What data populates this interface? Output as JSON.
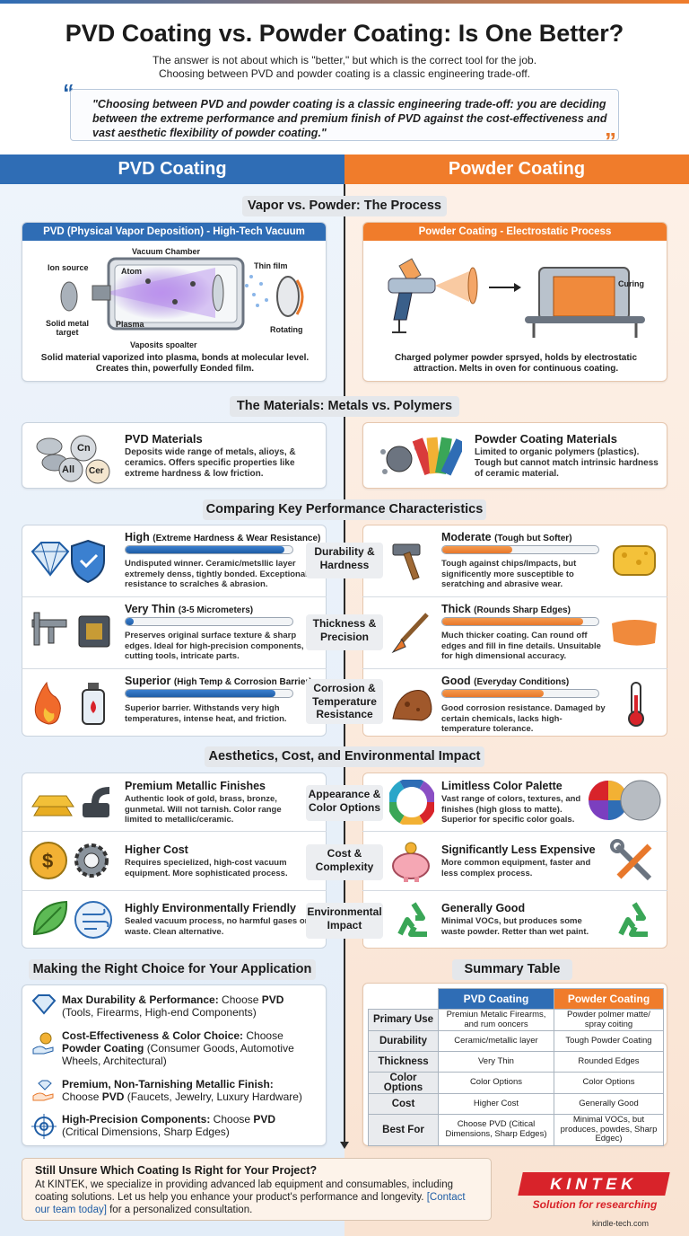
{
  "header": {
    "title": "PVD Coating vs. Powder Coating: Is One Better?",
    "subtitle1": "The answer is not about which is \"better,\" but which is the correct tool for the job.",
    "subtitle2": "Choosing between PVD and powder coating is a classic engineering trade-off.",
    "quote": "\"Choosing between PVD and powder coating is a classic engineering trade-off: you are deciding between the extreme performance and premium finish of PVD against the cost-effectiveness and vast aesthetic flexibility of powder coating.\""
  },
  "columns": {
    "left": "PVD Coating",
    "right": "Powder Coating"
  },
  "process": {
    "section": "Vapor vs. Powder: The Process",
    "pvd_head": "PVD (Physical Vapor Deposition) - High-Tech Vacuum Process",
    "pvd_labels": {
      "chamber": "Vacuum Chamber",
      "ion": "Ion source",
      "atom": "Atom",
      "film": "Thin film",
      "solid": "Solid metal target",
      "plasma": "Plasma",
      "rotating": "Rotating",
      "vaposits": "Vaposits spoalter"
    },
    "pvd_caption": "Solid material vaporized into plasma, bonds at molecular level. Creates thin, powerfully Eonded film.",
    "powder_head": "Powder Coating - Electrostatic Process",
    "powder_labels": {
      "curing": "Curing"
    },
    "powder_caption": "Charged polymer powder sprsyed, holds by electrostatic attraction. Melts in oven for continuous coating."
  },
  "materials": {
    "section": "The Materials: Metals vs. Polymers",
    "pvd_title": "PVD Materials",
    "pvd_desc": "Deposits wide range of metals, alioys, & ceramics. Offers specific properties like extreme hardness & low friction.",
    "pvd_tags": [
      "Cn",
      "All",
      "Cer"
    ],
    "powder_title": "Powder Coating Materials",
    "powder_desc": "Limited to organic polymers (plastics). Tough but cannot match intrinsic hardness of ceramic material."
  },
  "performance": {
    "section": "Comparing Key Performance Characteristics",
    "rows": [
      {
        "mid": "Durability & Hardness",
        "l_title": "High",
        "l_sub": "(Extreme Hardness & Wear Resistance)",
        "l_level": 0.95,
        "l_desc": "Undisputed winner. Ceramic/metsllic layer extremely denss, tightly bonded. Exceptional resistance to scralches & abrasion.",
        "r_title": "Moderate",
        "r_sub": "(Tough but Softer)",
        "r_level": 0.45,
        "r_desc": "Tough against chips/Impacts, but significently more susceptible to seratching and abrasive wear."
      },
      {
        "mid": "Thickness & Precision",
        "l_title": "Very Thin",
        "l_sub": "(3-5 Micrometers)",
        "l_level": 0.05,
        "l_desc": "Preserves original surface texture & sharp edges. Ideal for high-precision components, cutting tools, intricate parts.",
        "r_title": "Thick",
        "r_sub": "(Rounds Sharp Edges)",
        "r_level": 0.9,
        "r_desc": "Much thicker coating. Can round off edges and fill in fine details. Unsuitable for high dimensional accuracy."
      },
      {
        "mid": "Corrosion & Temperature Resistance",
        "l_title": "Superior",
        "l_sub": "(High Temp & Corrosion Barrier)",
        "l_level": 0.9,
        "l_desc": "Superior barrier. Withstands very high temperatures, intense heat, and friction.",
        "r_title": "Good",
        "r_sub": "(Everyday Conditions)",
        "r_level": 0.65,
        "r_desc": "Good corrosion resistance. Damaged by certain chemicals, lacks high-temperature tolerance."
      }
    ]
  },
  "aesthetics": {
    "section": "Aesthetics, Cost, and Environmental Impact",
    "rows": [
      {
        "mid": "Appearance & Color Options",
        "l_title": "Premium Metallic Finishes",
        "l_desc": "Authentic look of gold, brass, bronze, gunmetal. Will not tarnish. Color range limited to metallic/ceramic.",
        "r_title": "Limitless Color Palette",
        "r_desc": "Vast range of colors, textures, and finishes (high gloss to matte). Superior for specific color goals."
      },
      {
        "mid": "Cost & Complexity",
        "l_title": "Higher Cost",
        "l_desc": "Requires specielized, high-cost vacuum equipment. More sophisticated process.",
        "r_title": "Significantly Less Expensive",
        "r_desc": "More common equipment, faster and less complex process."
      },
      {
        "mid": "Environmental Impact",
        "l_title": "Highly Environmentally Friendly",
        "l_desc": "Sealed vacuum process, no harmful gases or waste. Clean alternative.",
        "r_title": "Generally Good",
        "r_desc": "Minimal VOCs, but produces some waste powder. Retter than wet paint."
      }
    ]
  },
  "choice": {
    "section": "Making the Right Choice for Your Application",
    "items": [
      {
        "bold": "Max Durability & Performance:",
        "text": " Choose ",
        "pick": "PVD",
        "rest": "(Tools, Firearms, High-end Components)"
      },
      {
        "bold": "Cost-Effectiveness & Color Choice:",
        "text": " Choose ",
        "pick": "Powder Coating",
        "rest": "(Consumer Goods, Automotive Wheels, Architectural)"
      },
      {
        "bold": "Premium, Non-Tarnishing Metallic Finish:",
        "text": " Choose ",
        "pick": "PVD",
        "rest": "(Faucets, Jewelry, Luxury Hardware)"
      },
      {
        "bold": "High-Precision Components:",
        "text": " Choose ",
        "pick": "PVD",
        "rest": "(Critical Dimensions, Sharp Edges)"
      }
    ]
  },
  "summary": {
    "section": "Summary Table",
    "col1": "PVD Coating",
    "col2": "Powder Coating",
    "rows": [
      [
        "Primary Use",
        "Premiun Metalic Firearms, and rum ooncers",
        "Powder polmer matte/ spray coiting"
      ],
      [
        "Durability",
        "Ceramic/metallic layer",
        "Tough Powder Coating"
      ],
      [
        "Thickness",
        "Very Thin",
        "Rounded Edges"
      ],
      [
        "Color Options",
        "Color Options",
        "Color Options"
      ],
      [
        "Cost",
        "Higher Cost",
        "Generally Good"
      ],
      [
        "Best For",
        "Choose PVD (Citical Dimensions, Sharp Edges)",
        "Minimal VOCs, but produces, powdes, Sharp Edgec)"
      ]
    ]
  },
  "cta": {
    "title": "Still Unsure Which Coating Is Right for Your Project?",
    "text1": "At KINTEK, we specialize in providing advanced lab equipment and consumables, including coating solutions. Let us help you enhance your product's performance and longevity. ",
    "link": "[Contact our team today]",
    "text2": " for a personalized consultation."
  },
  "brand": {
    "logo": "KINTEK",
    "slogan": "Solution for researching",
    "site": "kindle-tech.com"
  },
  "colors": {
    "pvd": "#2f6db5",
    "powder": "#f07c2b"
  }
}
